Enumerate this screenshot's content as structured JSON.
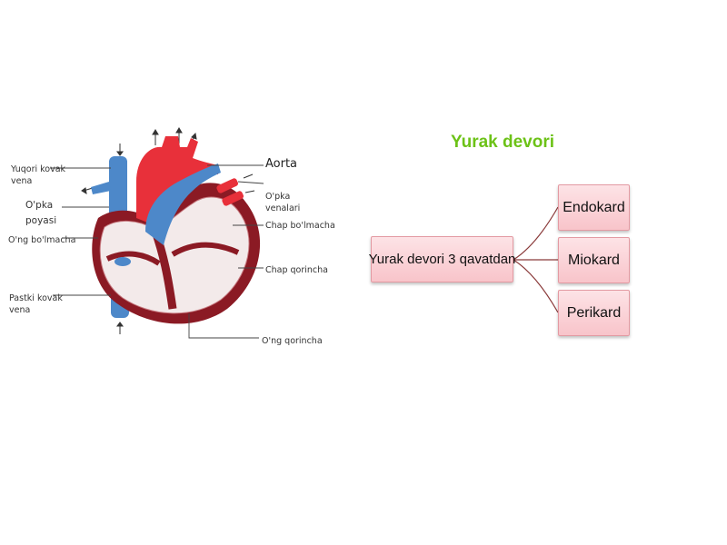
{
  "colors": {
    "title_green": "#6cc217",
    "vein_blue": "#4d88c9",
    "artery_red": "#e8303a",
    "heart_wall": "#8b1a24",
    "box_border": "#e39aa2",
    "connector": "#8a3a3a"
  },
  "heart_labels": {
    "sup_vena_cava": "Yuqori kovak\nvena",
    "pulm_trunk": "O'pka\npoyasi",
    "right_atrium": "O'ng bo'lmacha",
    "inf_vena_cava": "Pastki kovak\nvena",
    "aorta": "Aorta",
    "pulm_veins": "O'pka\nvenalari",
    "left_atrium": "Chap bo'lmacha",
    "left_ventricle": "Chap qorincha",
    "right_ventricle": "O'ng qorincha"
  },
  "mindmap": {
    "title": "Yurak devori",
    "root": "Yurak devori 3 qavatdan",
    "children": [
      "Endokard",
      "Miokard",
      "Perikard"
    ]
  }
}
